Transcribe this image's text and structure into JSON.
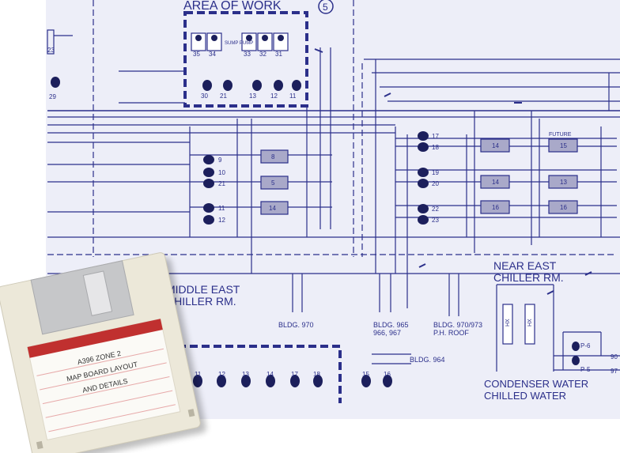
{
  "schematic": {
    "area_of_work": "AREA OF WORK",
    "area_of_work_marker": "5",
    "sump_pump_label": "SUMP PUMP",
    "top_box_numbers": [
      "35",
      "34",
      "33",
      "32",
      "31"
    ],
    "top_valves": [
      "30",
      "21",
      "13",
      "12",
      "11"
    ],
    "left_partial_numbers": [
      "23",
      "29"
    ],
    "middle_valves": [
      "9",
      "10",
      "21",
      "11",
      "12"
    ],
    "middle_boxes": [
      "8",
      "5",
      "14"
    ],
    "right_valves": [
      "17",
      "18",
      "19",
      "20",
      "22",
      "23"
    ],
    "right_boxes": [
      "14",
      "14",
      "16",
      "15",
      "13",
      "16"
    ],
    "future_label": "FUTURE",
    "middle_east_label": [
      "MIDDLE EAST",
      "CHILLER RM."
    ],
    "near_east_label": [
      "NEAR EAST",
      "CHILLER RM."
    ],
    "bldg_970": "BLDG. 970",
    "bldg_965": [
      "BLDG. 965",
      "966, 967"
    ],
    "bldg_970_973": [
      "BLDG. 970/973",
      "P.H. ROOF"
    ],
    "bldg_964": "BLDG. 964",
    "bottom_valves": [
      "11",
      "12",
      "13",
      "14",
      "17",
      "18"
    ],
    "bottom_right_valves": [
      "15",
      "16"
    ],
    "hx_labels": [
      "HX",
      "HX"
    ],
    "pump_labels": [
      "P-6",
      "P-5"
    ],
    "edge_numbers": [
      "90",
      "97"
    ],
    "condenser_label": [
      "CONDENSER WATER",
      "CHILLED WATER"
    ]
  },
  "disk": {
    "label_lines": [
      "A396 ZONE 2",
      "MAP BOARD LAYOUT",
      "AND DETAILS"
    ],
    "colors": {
      "body": "#ece8d9",
      "shutter": "#c6c7c9",
      "label_stripe": "#c0302f"
    }
  }
}
